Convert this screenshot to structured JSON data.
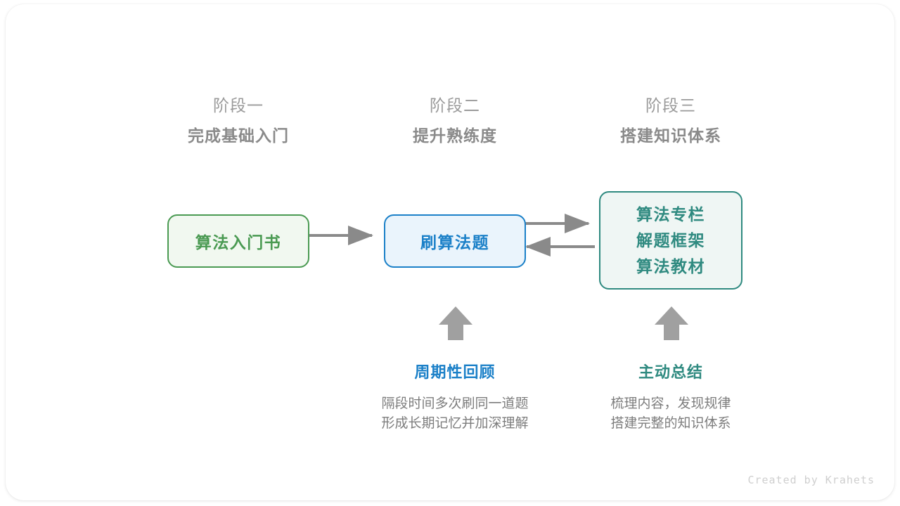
{
  "canvas": {
    "background": "#ffffff",
    "card_background": "#ffffff"
  },
  "colors": {
    "green": "#4a9a52",
    "green_fill": "#f1f8f0",
    "blue": "#1b80c8",
    "blue_fill": "#eaf4fc",
    "teal": "#2f8a80",
    "teal_fill": "#eff6f4",
    "arrow_gray": "#8a8a8a",
    "heading_gray": "#9a9a9a",
    "heading_bold_gray": "#8a8a8a",
    "body_gray": "#7d7d7d",
    "footer_gray": "#cfcfcf"
  },
  "stages": [
    {
      "number": "阶段一",
      "title": "完成基础入门"
    },
    {
      "number": "阶段二",
      "title": "提升熟练度"
    },
    {
      "number": "阶段三",
      "title": "搭建知识体系"
    }
  ],
  "nodes": {
    "book": {
      "label": "算法入门书"
    },
    "practice": {
      "label": "刷算法题"
    },
    "resources": {
      "lines": [
        "算法专栏",
        "解题框架",
        "算法教材"
      ]
    }
  },
  "annotations": [
    {
      "title": "周期性回顾",
      "desc_lines": [
        "隔段时间多次刷同一道题",
        "形成长期记忆并加深理解"
      ]
    },
    {
      "title": "主动总结",
      "desc_lines": [
        "梳理内容，发现规律",
        "搭建完整的知识体系"
      ]
    }
  ],
  "footer": {
    "credit": "Created by Krahets"
  }
}
